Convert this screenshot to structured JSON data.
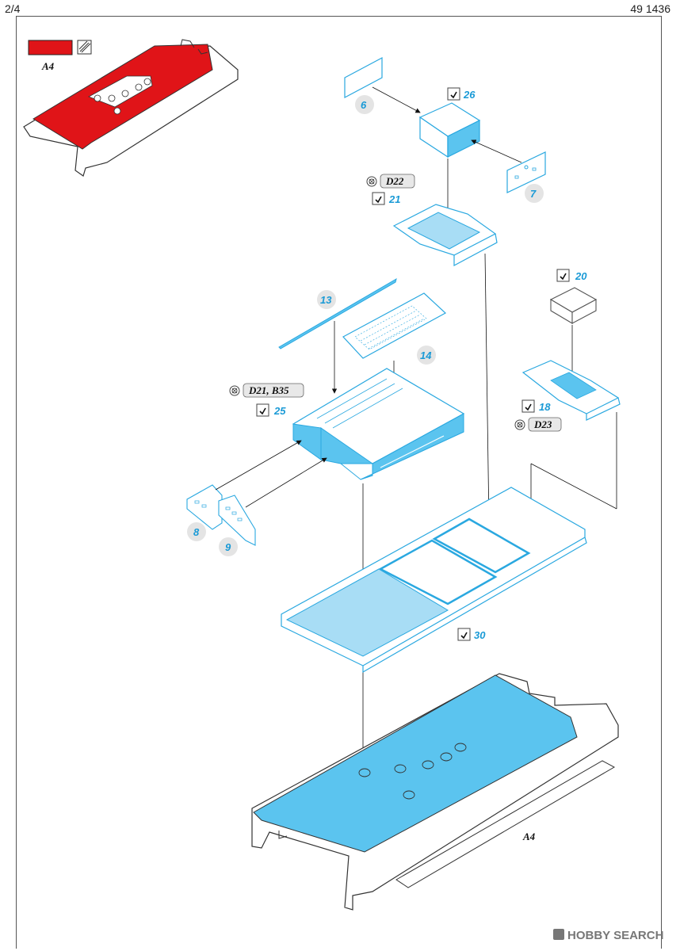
{
  "header": {
    "page": "2/4",
    "kit_number": "49 1436"
  },
  "colors": {
    "red": "#e01418",
    "blue": "#5bc4ef",
    "light_blue": "#a8ddf5",
    "line_blue": "#2aa8e0"
  },
  "legend": {
    "part_ref": "A4"
  },
  "parts": {
    "p6": "6",
    "p7": "7",
    "p26": "26",
    "p21": "21",
    "p13": "13",
    "p14": "14",
    "p20": "20",
    "p18": "18",
    "p25": "25",
    "p8": "8",
    "p9": "9",
    "p30": "30"
  },
  "refs": {
    "d22": "D22",
    "d21b35": "D21, B35",
    "d23": "D23"
  },
  "base": {
    "label": "A4"
  },
  "watermark": {
    "text": "HOBBY SEARCH"
  },
  "icons": [
    "check-icon",
    "remove-icon",
    "pencil-icon"
  ]
}
